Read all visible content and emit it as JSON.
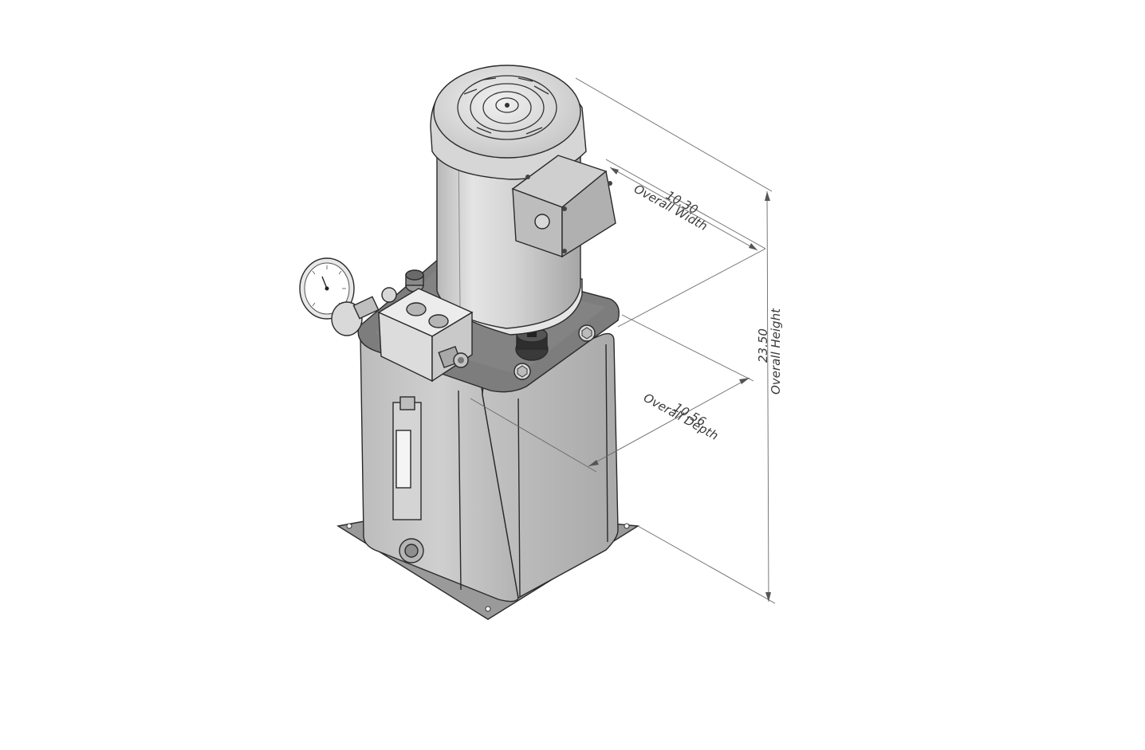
{
  "dimensions": {
    "width": {
      "value": "10.30",
      "label": "Overall Width"
    },
    "depth": {
      "value": "10.56",
      "label": "Overall Depth"
    },
    "height": {
      "value": "23.50",
      "label": "Overall Height"
    }
  },
  "colors": {
    "motor_body": "#d8d8d8",
    "reservoir": "#c9c9c9",
    "plate": "#7a7a7a",
    "edge": "#2a2a2a",
    "dimension_line": "#6a6a6a"
  }
}
